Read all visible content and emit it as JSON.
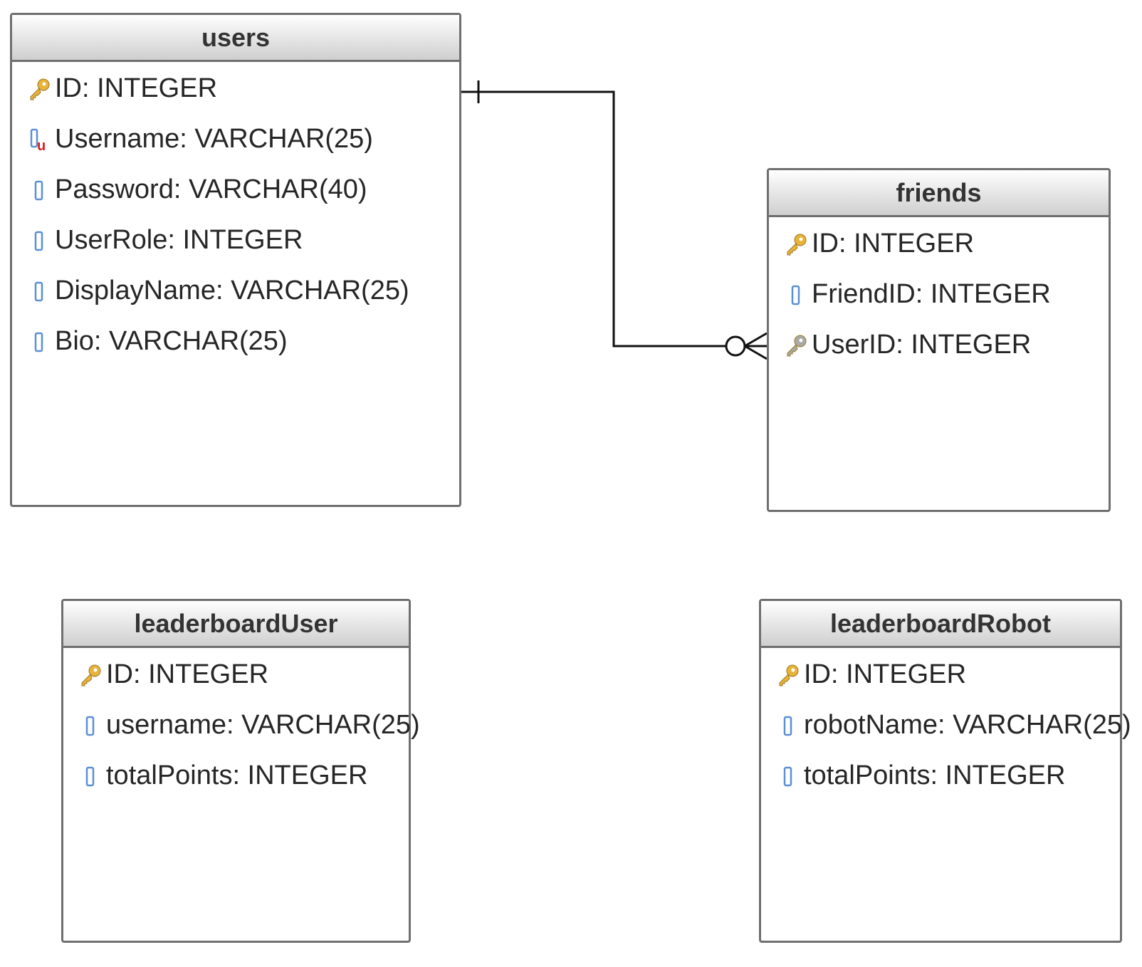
{
  "colors": {
    "border": "#6f6f6f",
    "header_top": "#ffffff",
    "header_bottom": "#cfcfcf",
    "primary_key_icon": "#e8b33a",
    "foreign_key_icon": "#a9a9a9",
    "column_icon": "#5b8fd6",
    "unique_marker": "#d81e1e",
    "relationship_line": "#111111"
  },
  "tables": [
    {
      "id": "users",
      "name": "users",
      "columns": [
        {
          "label": "ID: INTEGER",
          "icon": "primary-key-icon"
        },
        {
          "label": "Username: VARCHAR(25)",
          "icon": "unique-column-icon"
        },
        {
          "label": "Password: VARCHAR(40)",
          "icon": "column-icon"
        },
        {
          "label": "UserRole: INTEGER",
          "icon": "column-icon"
        },
        {
          "label": "DisplayName: VARCHAR(25)",
          "icon": "column-icon"
        },
        {
          "label": "Bio: VARCHAR(25)",
          "icon": "column-icon"
        }
      ]
    },
    {
      "id": "friends",
      "name": "friends",
      "columns": [
        {
          "label": "ID: INTEGER",
          "icon": "primary-key-icon"
        },
        {
          "label": "FriendID: INTEGER",
          "icon": "column-icon"
        },
        {
          "label": "UserID: INTEGER",
          "icon": "foreign-key-icon"
        }
      ]
    },
    {
      "id": "leaderboardUser",
      "name": "leaderboardUser",
      "columns": [
        {
          "label": "ID: INTEGER",
          "icon": "primary-key-icon"
        },
        {
          "label": "username: VARCHAR(25)",
          "icon": "column-icon"
        },
        {
          "label": "totalPoints: INTEGER",
          "icon": "column-icon"
        }
      ]
    },
    {
      "id": "leaderboardRobot",
      "name": "leaderboardRobot",
      "columns": [
        {
          "label": "ID: INTEGER",
          "icon": "primary-key-icon"
        },
        {
          "label": "robotName: VARCHAR(25)",
          "icon": "column-icon"
        },
        {
          "label": "totalPoints: INTEGER",
          "icon": "column-icon"
        }
      ]
    }
  ],
  "relationships": [
    {
      "from_table": "users",
      "from_column": "ID: INTEGER",
      "from_cardinality": "one",
      "to_table": "friends",
      "to_column": "UserID: INTEGER",
      "to_cardinality": "zero-or-many"
    }
  ]
}
